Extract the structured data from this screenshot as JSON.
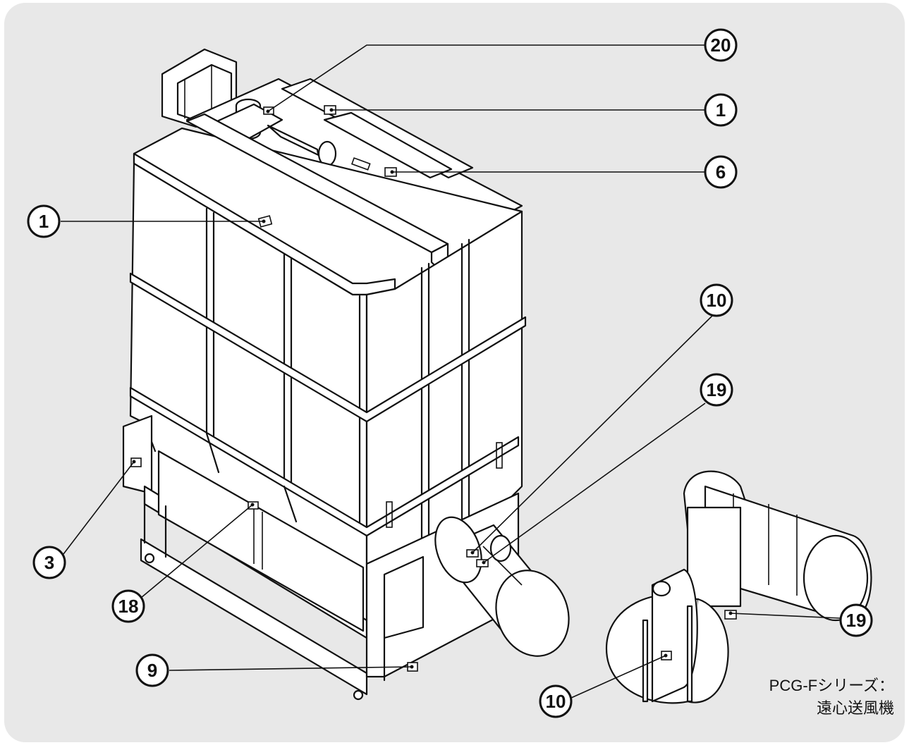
{
  "colors": {
    "panel_background": "#e8e8e8",
    "line": "#111111",
    "fill": "#ffffff"
  },
  "callouts": [
    {
      "id": "c20-top",
      "number": "20"
    },
    {
      "id": "c1-top-right",
      "number": "1"
    },
    {
      "id": "c6",
      "number": "6"
    },
    {
      "id": "c1-left",
      "number": "1"
    },
    {
      "id": "c10-right",
      "number": "10"
    },
    {
      "id": "c19-right",
      "number": "19"
    },
    {
      "id": "c3",
      "number": "3"
    },
    {
      "id": "c18",
      "number": "18"
    },
    {
      "id": "c9",
      "number": "9"
    },
    {
      "id": "c19-fan",
      "number": "19"
    },
    {
      "id": "c10-fan",
      "number": "10"
    }
  ],
  "caption": {
    "line1": "PCG-Fシリーズ：",
    "line2": "遠心送風機"
  }
}
